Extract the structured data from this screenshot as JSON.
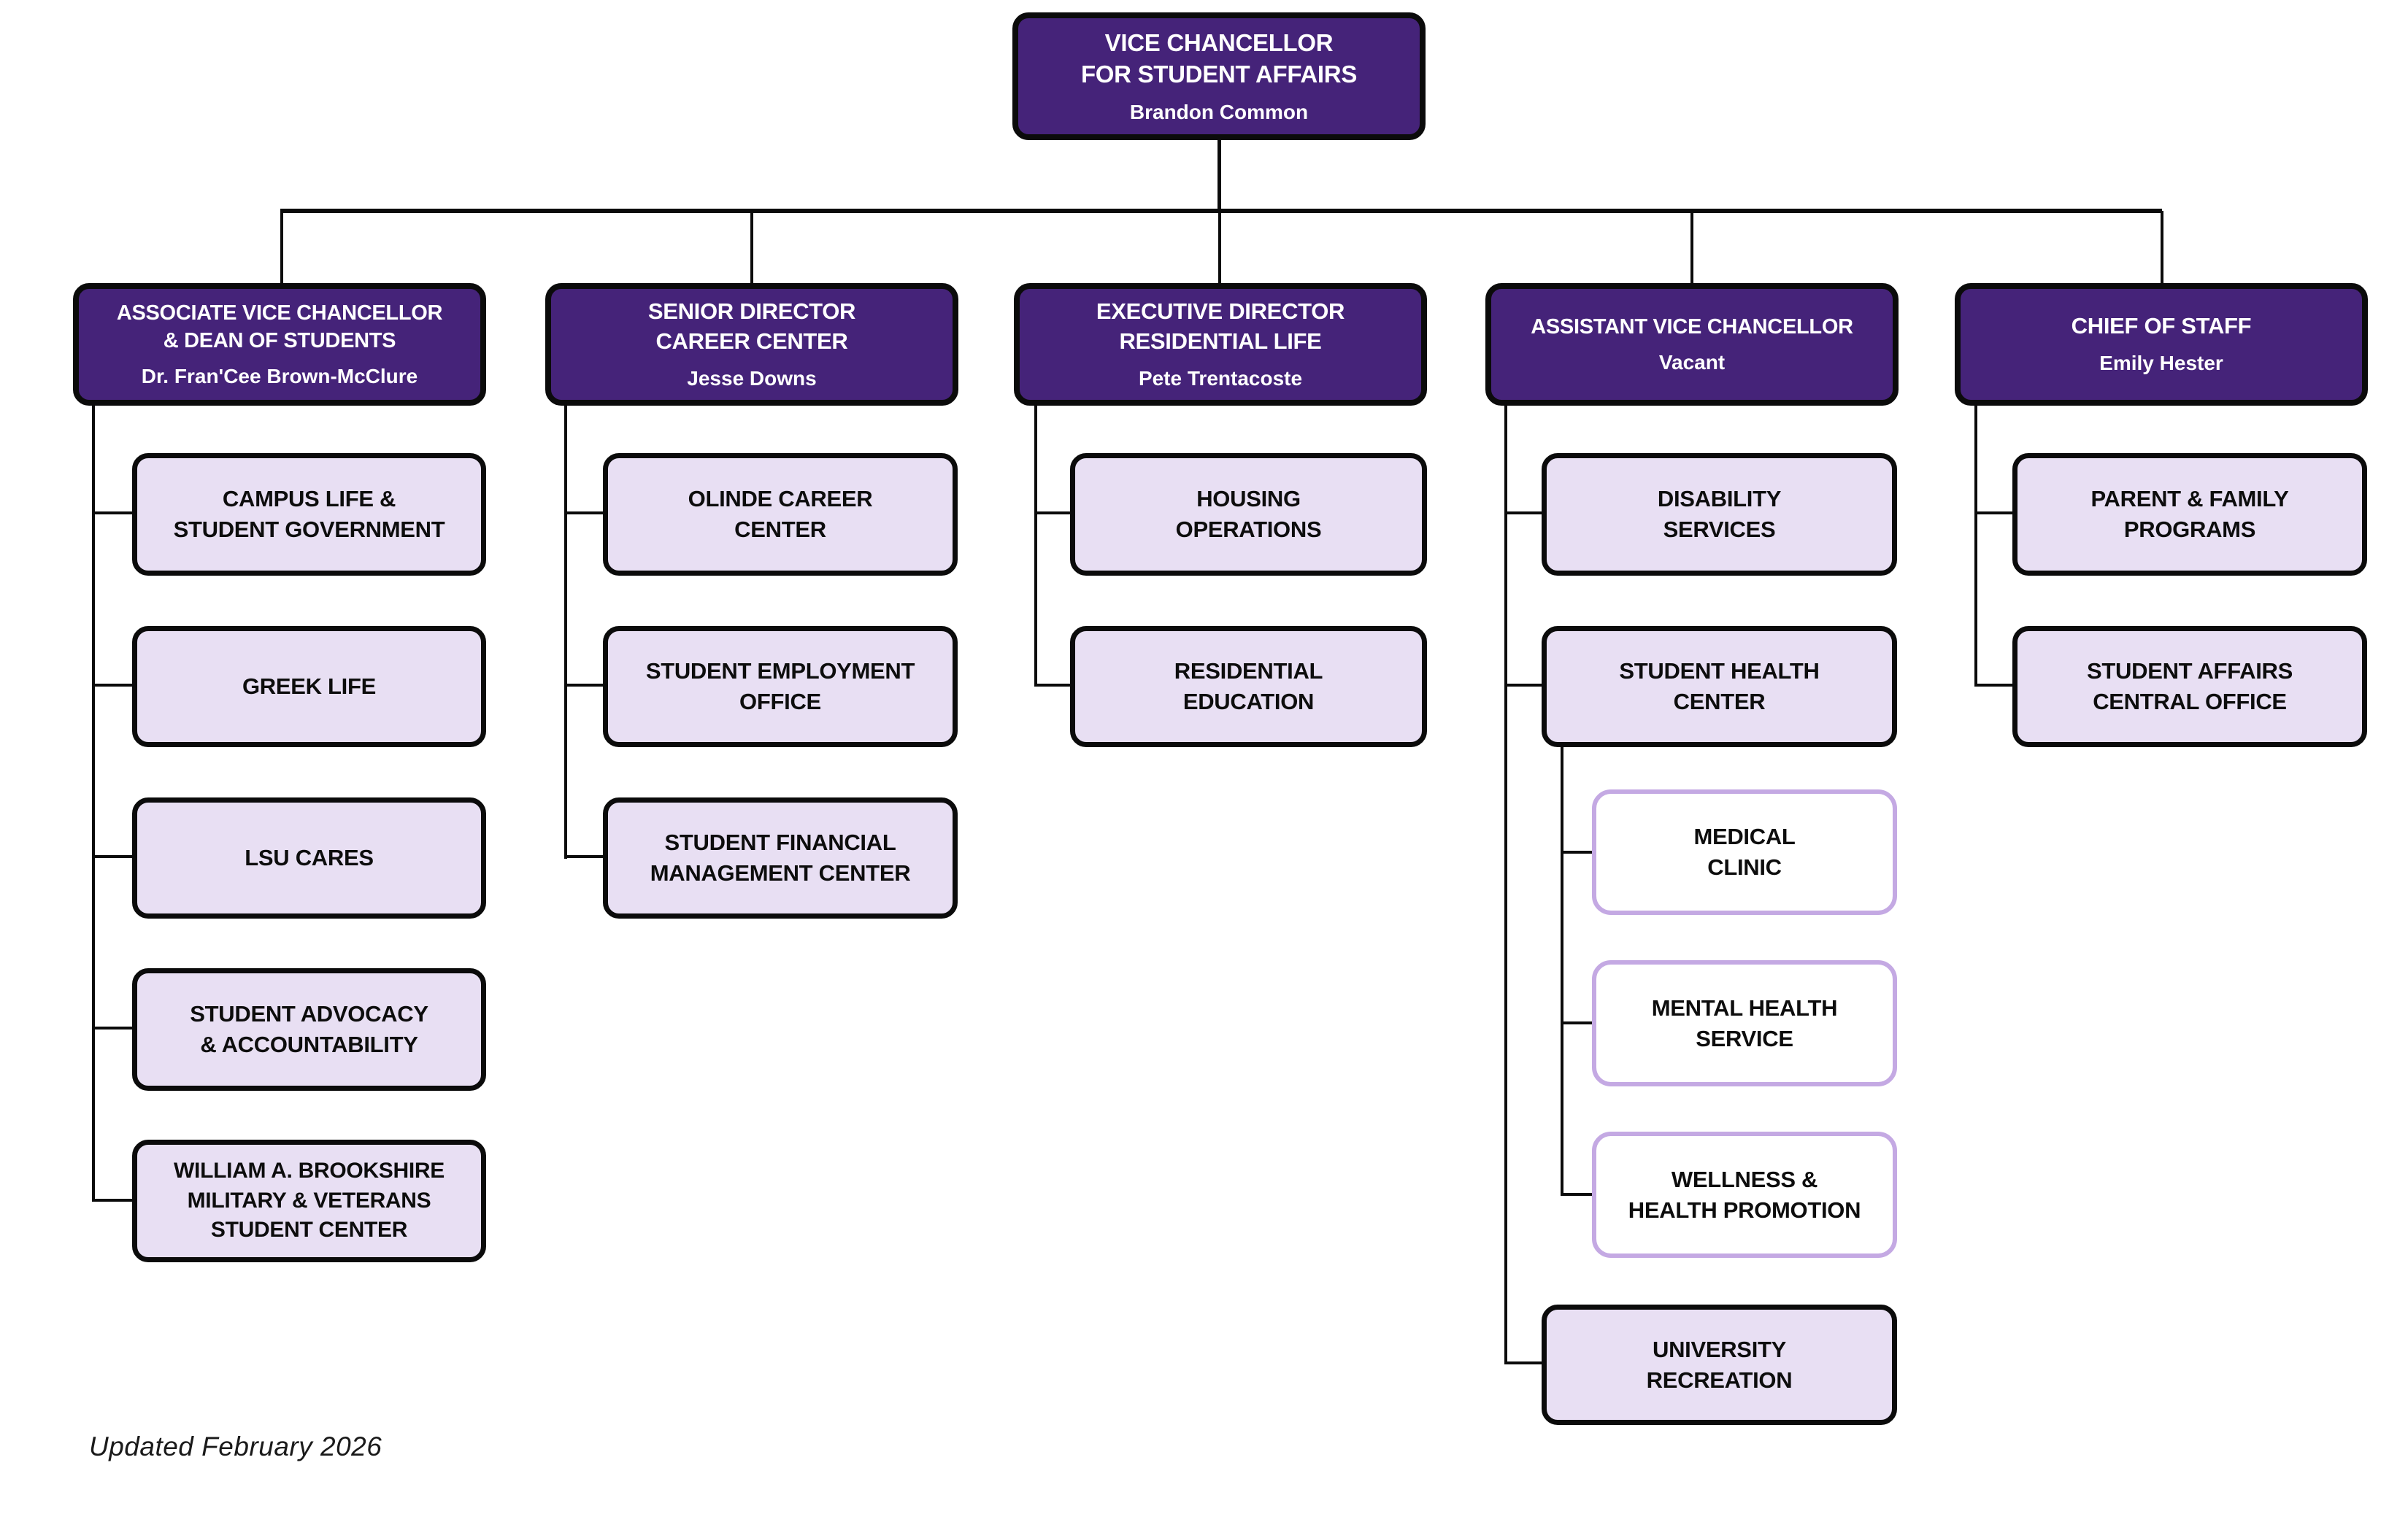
{
  "chart": {
    "root": {
      "title": "VICE CHANCELLOR\nFOR STUDENT AFFAIRS",
      "name": "Brandon Common"
    },
    "columns": [
      {
        "header": {
          "title": "ASSOCIATE VICE CHANCELLOR\n& DEAN OF STUDENTS",
          "name": "Dr. Fran'Cee Brown-McClure"
        },
        "children": [
          {
            "label": "CAMPUS LIFE &\nSTUDENT GOVERNMENT"
          },
          {
            "label": "GREEK LIFE"
          },
          {
            "label": "LSU CARES"
          },
          {
            "label": "STUDENT ADVOCACY\n& ACCOUNTABILITY"
          },
          {
            "label": "WILLIAM A. BROOKSHIRE\nMILITARY & VETERANS\nSTUDENT CENTER"
          }
        ]
      },
      {
        "header": {
          "title": "SENIOR DIRECTOR\nCAREER CENTER",
          "name": "Jesse Downs"
        },
        "children": [
          {
            "label": "OLINDE CAREER\nCENTER"
          },
          {
            "label": "STUDENT EMPLOYMENT\nOFFICE"
          },
          {
            "label": "STUDENT FINANCIAL\nMANAGEMENT CENTER"
          }
        ]
      },
      {
        "header": {
          "title": "EXECUTIVE DIRECTOR\nRESIDENTIAL LIFE",
          "name": "Pete Trentacoste"
        },
        "children": [
          {
            "label": "HOUSING\nOPERATIONS"
          },
          {
            "label": "RESIDENTIAL\nEDUCATION"
          }
        ]
      },
      {
        "header": {
          "title": "ASSISTANT VICE CHANCELLOR",
          "name": "Vacant"
        },
        "children": [
          {
            "label": "DISABILITY\nSERVICES"
          },
          {
            "label": "STUDENT HEALTH\nCENTER",
            "children": [
              {
                "label": "MEDICAL\nCLINIC"
              },
              {
                "label": "MENTAL HEALTH\nSERVICE"
              },
              {
                "label": "WELLNESS &\nHEALTH PROMOTION"
              }
            ]
          },
          {
            "label": "UNIVERSITY\nRECREATION"
          }
        ]
      },
      {
        "header": {
          "title": "CHIEF OF STAFF",
          "name": "Emily Hester"
        },
        "children": [
          {
            "label": "PARENT & FAMILY\nPROGRAMS"
          },
          {
            "label": "STUDENT AFFAIRS\nCENTRAL OFFICE"
          }
        ]
      }
    ],
    "footer": "Updated February 2026",
    "colors": {
      "header_fill": "#452379",
      "child_fill": "#E8DFF3",
      "subchild_border": "#C4A9E3",
      "line": "#0b0b0b"
    }
  }
}
